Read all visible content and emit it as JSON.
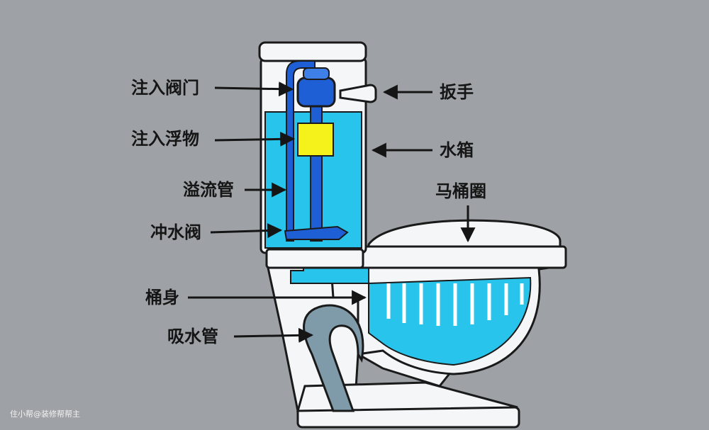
{
  "labels": {
    "fill_valve": "注入阀门",
    "float": "注入浮物",
    "overflow_tube": "溢流管",
    "flush_valve": "冲水阀",
    "bowl_body": "桶身",
    "trapway": "吸水管",
    "handle": "扳手",
    "tank": "水箱",
    "seat": "马桶圈"
  },
  "watermark": "住小帮@装修帮帮主",
  "colors": {
    "background": "#9ea2a6",
    "water": "#29c4ec",
    "porcelain": "#f4f6f8",
    "float": "#f4f21a",
    "valve": "#1f5fd6",
    "trapway": "#7f9aa8",
    "outline": "#1a1a1a"
  }
}
